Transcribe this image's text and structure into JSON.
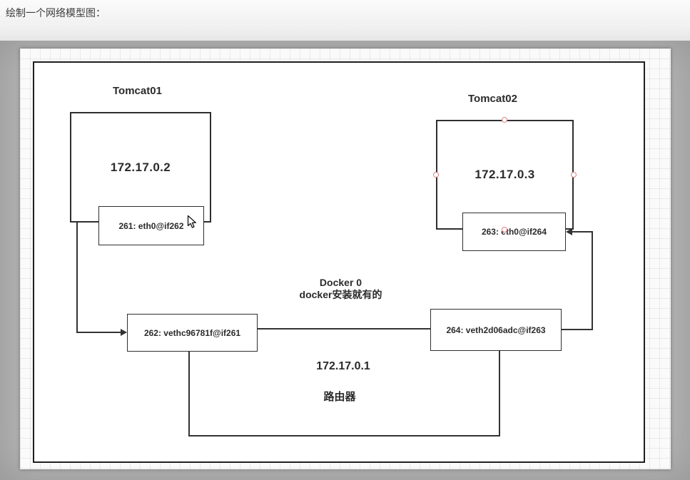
{
  "header": {
    "title": "绘制一个网络模型图："
  },
  "diagram": {
    "tomcat01": {
      "title": "Tomcat01",
      "ip": "172.17.0.2",
      "interface": "261: eth0@if262"
    },
    "tomcat02": {
      "title": "Tomcat02",
      "ip": "172.17.0.3",
      "interface": "263: eth0@if264"
    },
    "bridge": {
      "title": "Docker 0",
      "subtitle": "docker安装就有的",
      "ip": "172.17.0.1",
      "role": "路由器",
      "veth_left": "262: vethc96781f@if261",
      "veth_right": "264: veth2d06adc@if263"
    },
    "colors": {
      "line_stroke": "#333333",
      "shape_border": "#2f2f2f",
      "selection_handle_border": "#e08484"
    },
    "icons": {
      "cursor": "mouse-pointer-icon"
    }
  }
}
